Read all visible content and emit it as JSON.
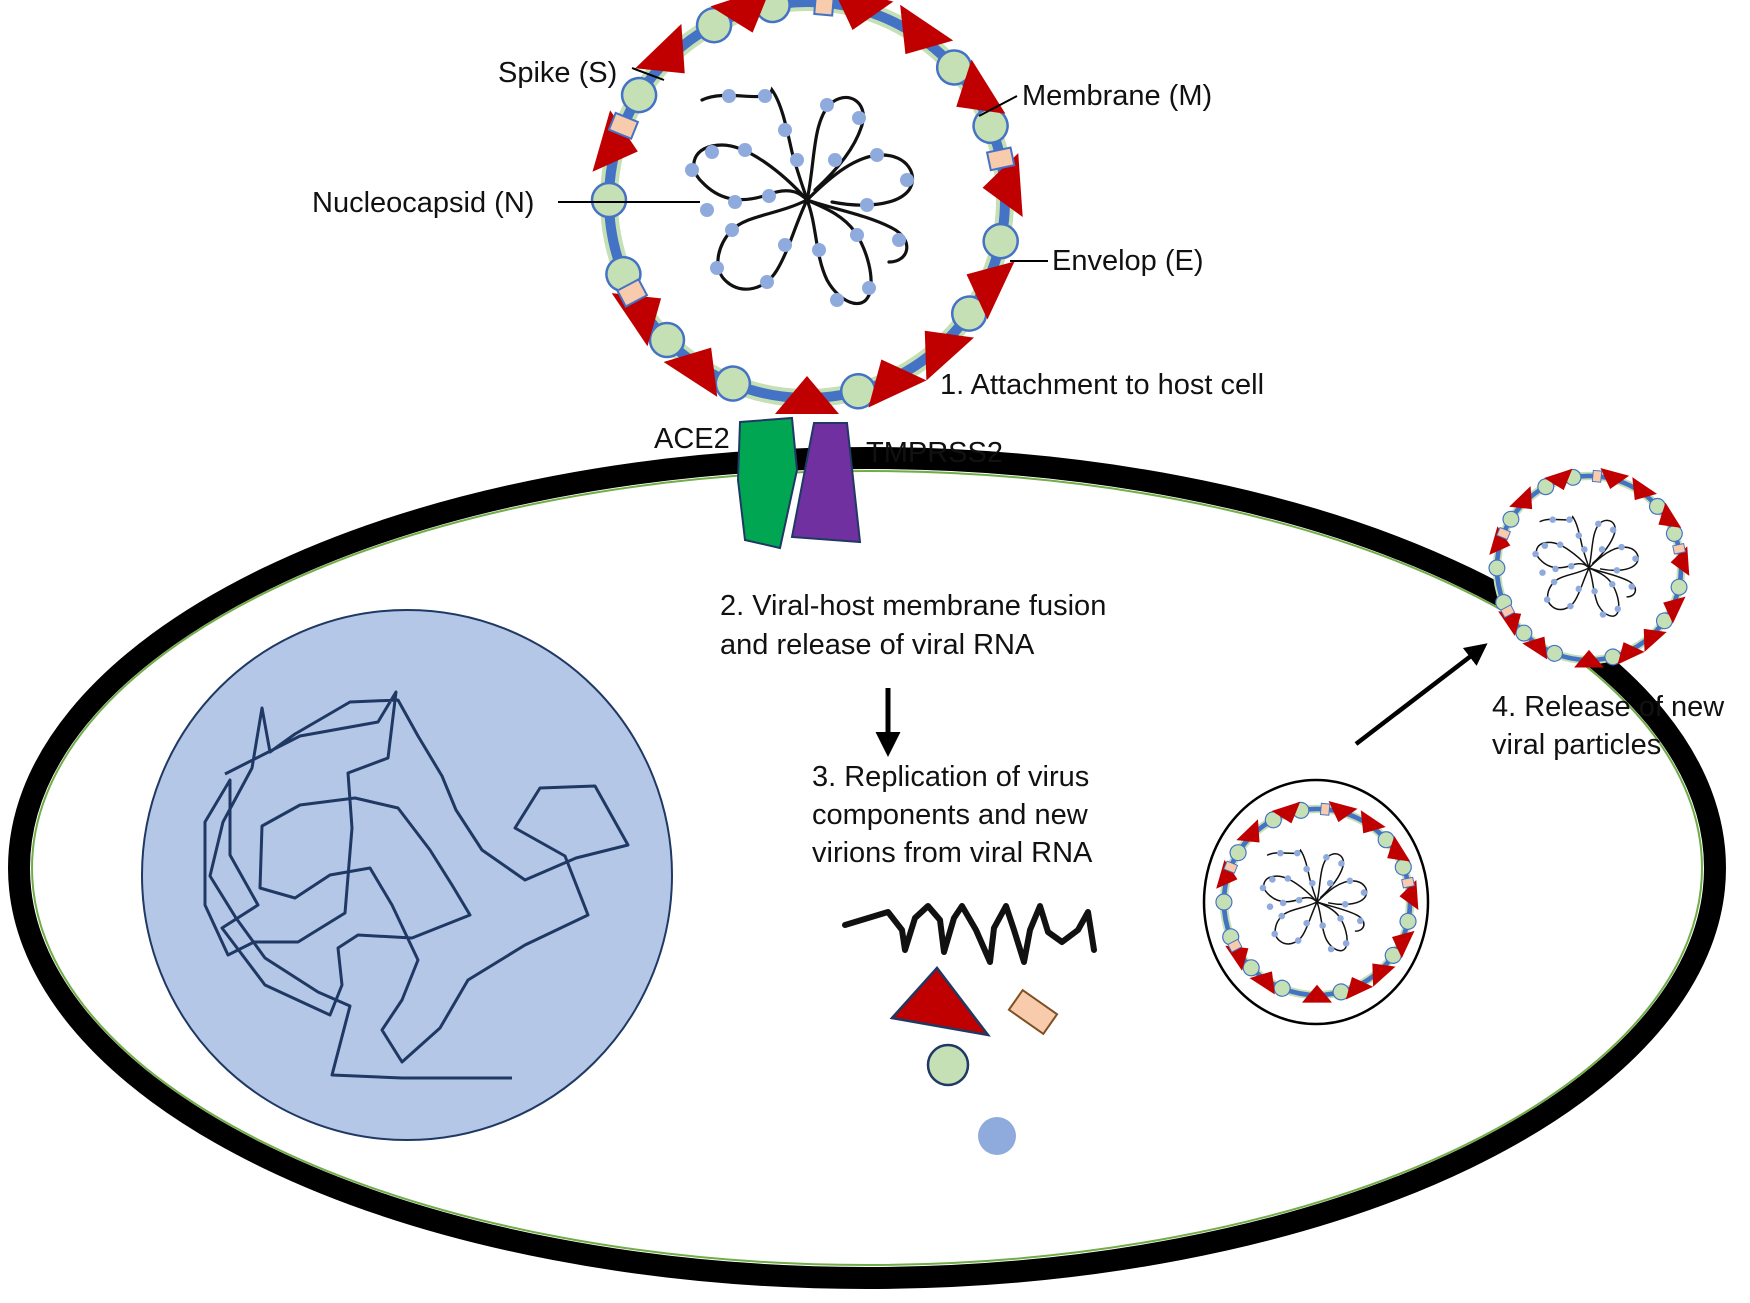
{
  "virus_labels": {
    "spike": "Spike (S)",
    "membrane": "Membrane (M)",
    "nucleocapsid": "Nucleocapsid (N)",
    "envelope": "Envelop (E)"
  },
  "receptor_labels": {
    "ace2": "ACE2",
    "tmprss2": "TMPRSS2"
  },
  "steps": {
    "step1": "1. Attachment to host cell",
    "step2_line1": "2. Viral-host membrane fusion",
    "step2_line2": "and release of viral RNA",
    "step3_line1": "3. Replication of virus",
    "step3_line2": "components and new",
    "step3_line3": "virions  from viral RNA",
    "step4_line1": "4. Release of new",
    "step4_line2": "viral particles"
  },
  "colors": {
    "virus_membrane": "#4472C4",
    "spike_protein": "#C00000",
    "membrane_protein": "#C5E0B4",
    "envelope_protein": "#F8CBAD",
    "nucleocapsid_protein": "#8FAADC",
    "rna_strand": "#111111",
    "cell_membrane": "#000000",
    "nucleus_fill": "#B4C7E7",
    "nucleus_border": "#1F3864",
    "ace2_receptor": "#00A651",
    "tmprss2_protease": "#7030A0"
  },
  "icons": {
    "virus": "coronavirus-particle",
    "cell": "host-cell",
    "nucleus": "nucleus-with-dna",
    "arrow_down": "arrow-down-icon",
    "arrow_out": "arrow-up-right-icon"
  }
}
